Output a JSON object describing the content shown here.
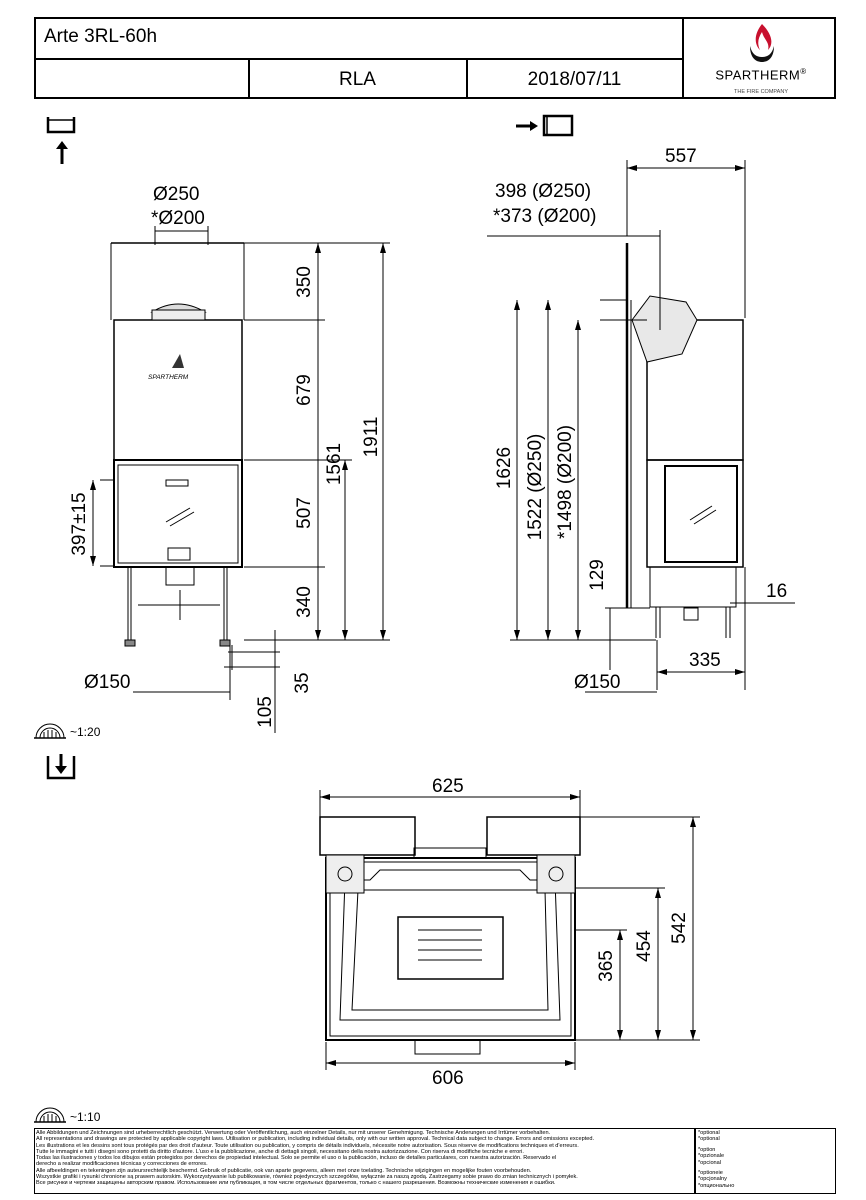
{
  "header": {
    "title": "Arte 3RL-60h",
    "code": "RLA",
    "date": "2018/07/11",
    "brand": "SPARTHERM",
    "brand_reg": "®",
    "tagline": "THE FIRE COMPANY"
  },
  "front_view": {
    "flue_dia": "Ø250",
    "flue_dia_opt": "*Ø200",
    "dim_350": "350",
    "dim_679": "679",
    "dim_507": "507",
    "dim_340": "340",
    "dim_35": "35",
    "dim_105": "105",
    "dim_1561": "1561",
    "dim_1911": "1911",
    "dim_397": "397±15",
    "air_dia": "Ø150",
    "logo_text": "SPARTHERM"
  },
  "side_view": {
    "dim_557": "557",
    "dim_398": "398 (Ø250)",
    "dim_373": "*373 (Ø200)",
    "dim_1626": "1626",
    "dim_1522": "1522 (Ø250)",
    "dim_1498": "*1498 (Ø200)",
    "dim_129": "129",
    "dim_16": "16",
    "dim_335": "335",
    "air_dia": "Ø150"
  },
  "scale_1": "~1:20",
  "plan_view": {
    "dim_625": "625",
    "dim_606": "606",
    "dim_542": "542",
    "dim_454": "454",
    "dim_365": "365"
  },
  "scale_2": "~1:10",
  "legal_lines": [
    "Alle Abbildungen und Zeichnungen sind urheberrechtlich geschützt. Verwertung oder Veröffentlichung, auch einzelner Details, nur mit unserer Genehmigung. Technische Änderungen und Irrtümer vorbehalten.",
    "All representations and drawings are protected by applicable copyright laws. Utilisation or publication, including individual details, only with our written approval. Technical data subject to change. Errors and omissions excepted.",
    "Les illustrations et les dessins sont tous protégés par des droit d'auteur. Toute utilisation ou publication, y compris de détails individuels, nécessite notre autorisation. Sous réserve de modifications techniques et d'erreurs.",
    "Tutte le immagini e tutti i disegni sono protetti da diritto d'autore. L'uso e la pubblicazione, anche di dettagli singoli, necessitano della nostra autorizzazione. Con riserva di modifiche tecniche e errori.",
    "Todas las ilustraciones y todos los dibujos están protegidos por derechos de propiedad intelectual. Solo se permite el uso o la publicación, incluso de detalles particulares, con nuestra autorización. Reservado el",
    "derecho a realizar modificaciones técnicas y correcciones de errores.",
    "Alle afbeeldingen en tekeningen zijn auteursrechtelijk beschermd. Gebruik of publicatie, ook van aparte gegevens, alleen met onze toelating. Technische wijzigingen en mogelijke fouten voorbehouden.",
    "Wszystkie grafiki i rysunki chronione są prawem autorskim. Wykorzystywanie lub publikowanie, również pojedynczych szczegółów, wyłącznie za naszą zgodą. Zastrzegamy sobie prawo do zmian technicznych i pomyłek.",
    "Все рисунки и чертежи защищены авторским правом. Использование или публикация, в том числе отдельных фрагментов, только с нашего разрешения. Возможны технические изменения и ошибки."
  ],
  "optional_lines": [
    "*optional",
    "*optional",
    "",
    "*option",
    "*opzionale",
    "*opcional",
    "",
    "*optioneie",
    "*opcjonalny",
    "*опционально"
  ]
}
